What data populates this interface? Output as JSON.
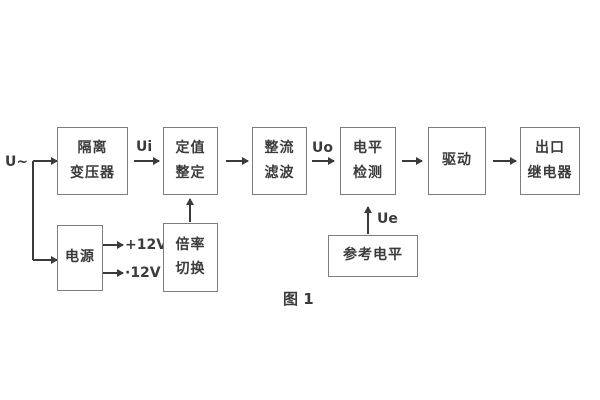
{
  "figure_caption": "图 1",
  "signal_labels": {
    "input": "U~",
    "ui": "Ui",
    "uo": "Uo",
    "ue": "Ue",
    "rail_pos": "+12V",
    "rail_neg": "·12V"
  },
  "blocks": {
    "isolation_transformer": {
      "line1": "隔离",
      "line2": "变压器"
    },
    "value_setting": {
      "line1": "定值",
      "line2": "整定"
    },
    "rectifier_filter": {
      "line1": "整流",
      "line2": "滤波"
    },
    "level_detector": {
      "line1": "电平",
      "line2": "检测"
    },
    "driver": {
      "line1": "驱动"
    },
    "output_relay": {
      "line1": "出口",
      "line2": "继电器"
    },
    "power_supply": {
      "line1": "电源"
    },
    "ratio_switch": {
      "line1": "倍率",
      "line2": "切换"
    },
    "reference_level": {
      "line1": "参考电平"
    }
  },
  "colors": {
    "background": "#ffffff",
    "box_border": "#7d7d7d",
    "line": "#3a3a3a",
    "text": "#3b3b3b"
  }
}
